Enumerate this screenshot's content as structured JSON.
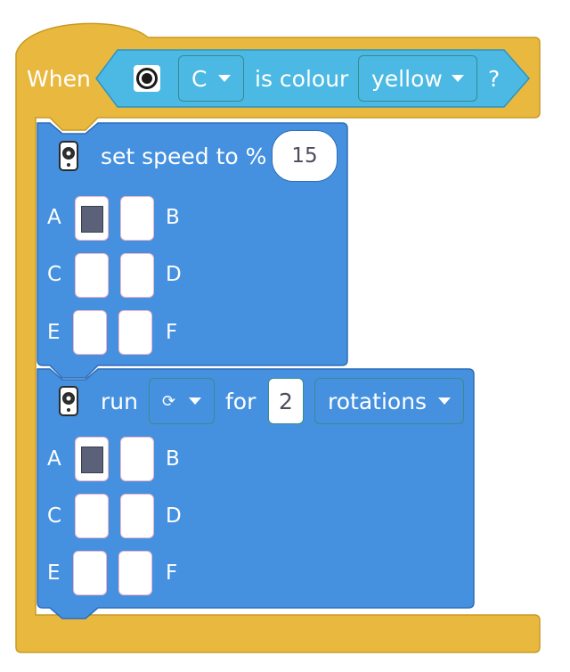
{
  "hat_block": {
    "when_label": "When",
    "sensor_icon": "color-sensor-icon",
    "port_value": "C",
    "is_colour_label": "is colour",
    "colour_value": "yellow",
    "question_label": "?"
  },
  "speed_block": {
    "icon": "motor-icon",
    "label": "set speed to %",
    "value": "15",
    "ports": [
      {
        "label": "A",
        "selected": true
      },
      {
        "label": "B",
        "selected": false
      },
      {
        "label": "C",
        "selected": false
      },
      {
        "label": "D",
        "selected": false
      },
      {
        "label": "E",
        "selected": false
      },
      {
        "label": "F",
        "selected": false
      }
    ]
  },
  "run_block": {
    "icon": "motor-icon",
    "run_label": "run",
    "direction_value": "⟳",
    "for_label": "for",
    "amount_value": "2",
    "unit_value": "rotations",
    "ports": [
      {
        "label": "A",
        "selected": true
      },
      {
        "label": "B",
        "selected": false
      },
      {
        "label": "C",
        "selected": false
      },
      {
        "label": "D",
        "selected": false
      },
      {
        "label": "E",
        "selected": false
      },
      {
        "label": "F",
        "selected": false
      }
    ]
  },
  "colors": {
    "event_yellow": "#e9b93f",
    "event_border": "#c99a22",
    "sensor_cyan": "#4bb9e3",
    "motor_blue": "#4591df",
    "motor_border": "#2f6db8"
  }
}
